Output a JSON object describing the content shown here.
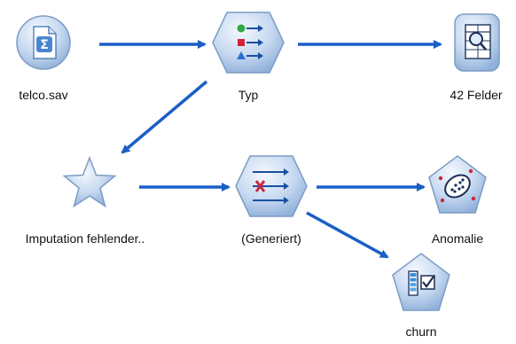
{
  "canvas": {
    "accent": "#1f5fbf",
    "arrow_color": "#1a5fc6",
    "node_fill_top": "#e8f0fb",
    "node_fill_bottom": "#9fbde0",
    "node_stroke": "#7d9cc4"
  },
  "nodes": [
    {
      "id": "telco",
      "label": "telco.sav",
      "shape": "circle",
      "icon": "database-file-icon"
    },
    {
      "id": "typ",
      "label": "Typ",
      "shape": "hexagon",
      "icon": "type-icon"
    },
    {
      "id": "felder",
      "label": "42 Felder",
      "shape": "square",
      "icon": "table-output-icon"
    },
    {
      "id": "imputation",
      "label": "Imputation fehlender..",
      "shape": "star",
      "icon": "star-supernode-icon"
    },
    {
      "id": "generiert",
      "label": "(Generiert)",
      "shape": "hexagon",
      "icon": "filter-generated-icon"
    },
    {
      "id": "anomalie",
      "label": "Anomalie",
      "shape": "pentagon",
      "icon": "anomaly-model-icon"
    },
    {
      "id": "churn",
      "label": "churn",
      "shape": "pentagon",
      "icon": "churn-model-icon"
    }
  ],
  "connections": [
    {
      "from": "telco",
      "to": "typ"
    },
    {
      "from": "typ",
      "to": "felder"
    },
    {
      "from": "typ",
      "to": "imputation"
    },
    {
      "from": "imputation",
      "to": "generiert"
    },
    {
      "from": "generiert",
      "to": "anomalie"
    },
    {
      "from": "generiert",
      "to": "churn"
    }
  ]
}
